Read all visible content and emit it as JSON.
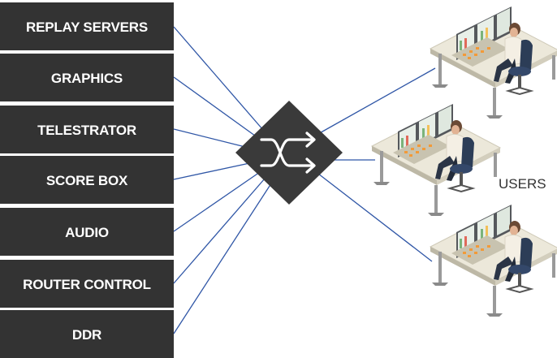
{
  "sources": [
    {
      "label": "REPLAY SERVERS"
    },
    {
      "label": "GRAPHICS"
    },
    {
      "label": "TELESTRATOR"
    },
    {
      "label": "SCORE BOX"
    },
    {
      "label": "AUDIO"
    },
    {
      "label": "ROUTER CONTROL"
    },
    {
      "label": "DDR"
    }
  ],
  "hub": {
    "icon": "switch-arrows-icon"
  },
  "users_label": "USERS",
  "workstations": [
    {
      "icon": "workstation-operator-icon"
    },
    {
      "icon": "workstation-operator-icon"
    },
    {
      "icon": "workstation-operator-icon"
    }
  ],
  "colors": {
    "box_fill": "#333333",
    "hub_fill": "#3a3a3a",
    "line": "#2f56a6",
    "desk": "#e9e5d7",
    "accent": "#f29a38"
  }
}
